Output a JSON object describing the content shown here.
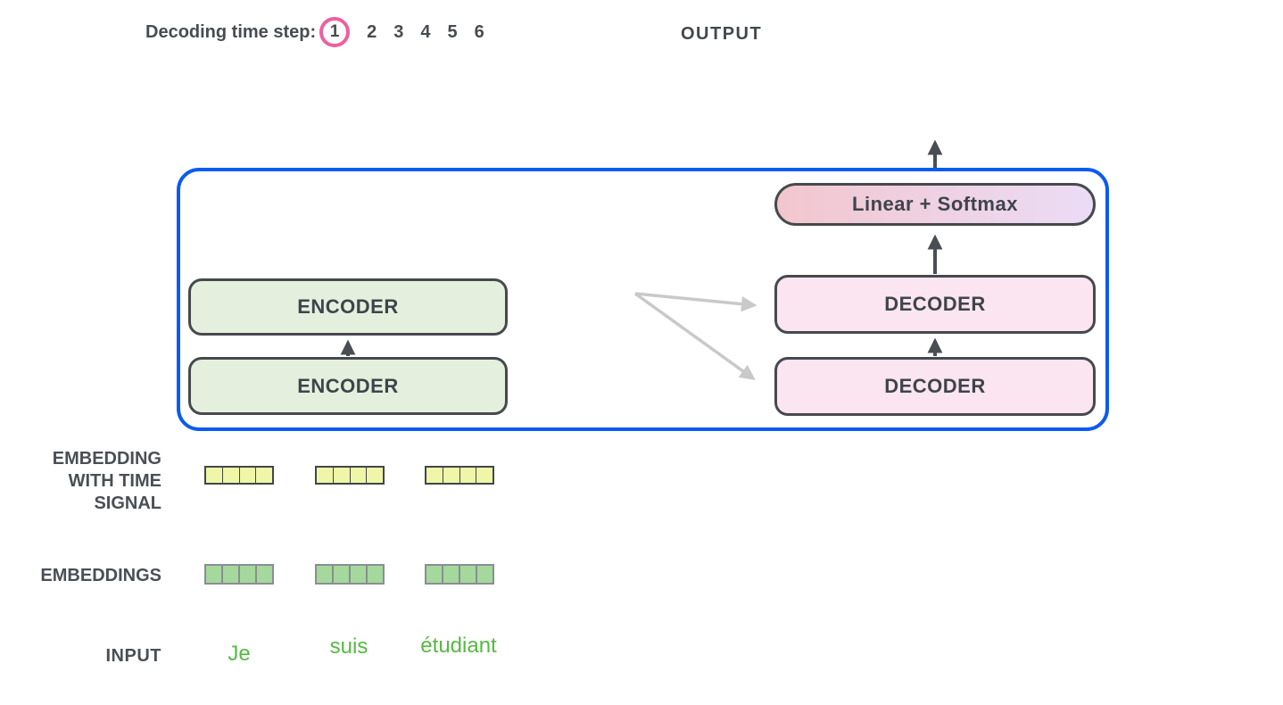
{
  "header": {
    "decoding_label": "Decoding time step:",
    "steps": [
      "1",
      "2",
      "3",
      "4",
      "5",
      "6"
    ],
    "active_step": "1",
    "output_label": "OUTPUT"
  },
  "diagram": {
    "encoders": [
      "ENCODER",
      "ENCODER"
    ],
    "decoders": [
      "DECODER",
      "DECODER"
    ],
    "linear_softmax": "Linear + Softmax"
  },
  "embeddings": {
    "time_signal_label_lines": [
      "EMBEDDING",
      "WITH TIME",
      "SIGNAL"
    ],
    "embeddings_label": "EMBEDDINGS",
    "input_label": "INPUT",
    "groups": 3,
    "cells_per_group": 4
  },
  "input_words": [
    "Je",
    "suis",
    "étudiant"
  ],
  "colors": {
    "accent-blue": "#0b5bf2",
    "accent-pink": "#ee5fa2",
    "encoder-fill": "#e4f0dd",
    "decoder-fill": "#fae5f0",
    "softmax-grad-left": "#f2c6ce",
    "softmax-grad-right": "#ebdcf6",
    "cell-yellow": "#eff6a7",
    "cell-green": "#a4d89c",
    "cell-border-dark": "#42464a",
    "cell-border-gray": "#8a8e92",
    "box-border": "#46494d",
    "arrow-dark": "#4a4e54",
    "arrow-gray": "#c9c9c9",
    "text-dark": "#474c52",
    "input-green": "#56b944"
  }
}
